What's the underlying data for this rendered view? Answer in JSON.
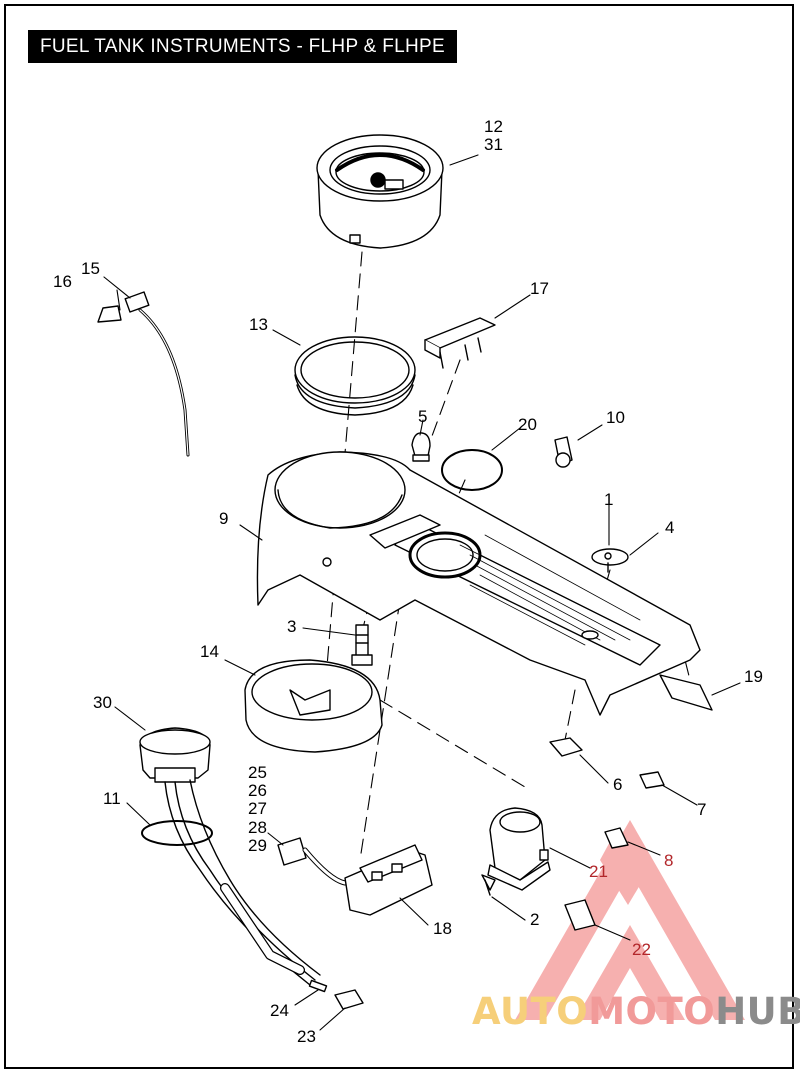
{
  "title": "FUEL TANK INSTRUMENTS - FLHP & FLHPE",
  "callouts": [
    {
      "label": "12"
    },
    {
      "label": "31"
    },
    {
      "label": "15"
    },
    {
      "label": "16"
    },
    {
      "label": "17"
    },
    {
      "label": "13"
    },
    {
      "label": "5"
    },
    {
      "label": "20"
    },
    {
      "label": "10"
    },
    {
      "label": "9"
    },
    {
      "label": "1"
    },
    {
      "label": "4"
    },
    {
      "label": "3"
    },
    {
      "label": "14"
    },
    {
      "label": "19"
    },
    {
      "label": "30"
    },
    {
      "label": "6"
    },
    {
      "label": "7"
    },
    {
      "label": "11"
    },
    {
      "label": "25"
    },
    {
      "label": "26"
    },
    {
      "label": "27"
    },
    {
      "label": "28"
    },
    {
      "label": "29"
    },
    {
      "label": "21"
    },
    {
      "label": "8"
    },
    {
      "label": "2"
    },
    {
      "label": "18"
    },
    {
      "label": "22"
    },
    {
      "label": "24"
    },
    {
      "label": "23"
    }
  ],
  "watermark": {
    "part1": "AUTO",
    "part2": "MOTO",
    "part3": "HUB"
  },
  "colors": {
    "watermark_red": "#f19a99",
    "watermark_yellow": "#f6cf7a",
    "watermark_gray": "#8b8b8b",
    "callout_red": "#b2262a"
  }
}
